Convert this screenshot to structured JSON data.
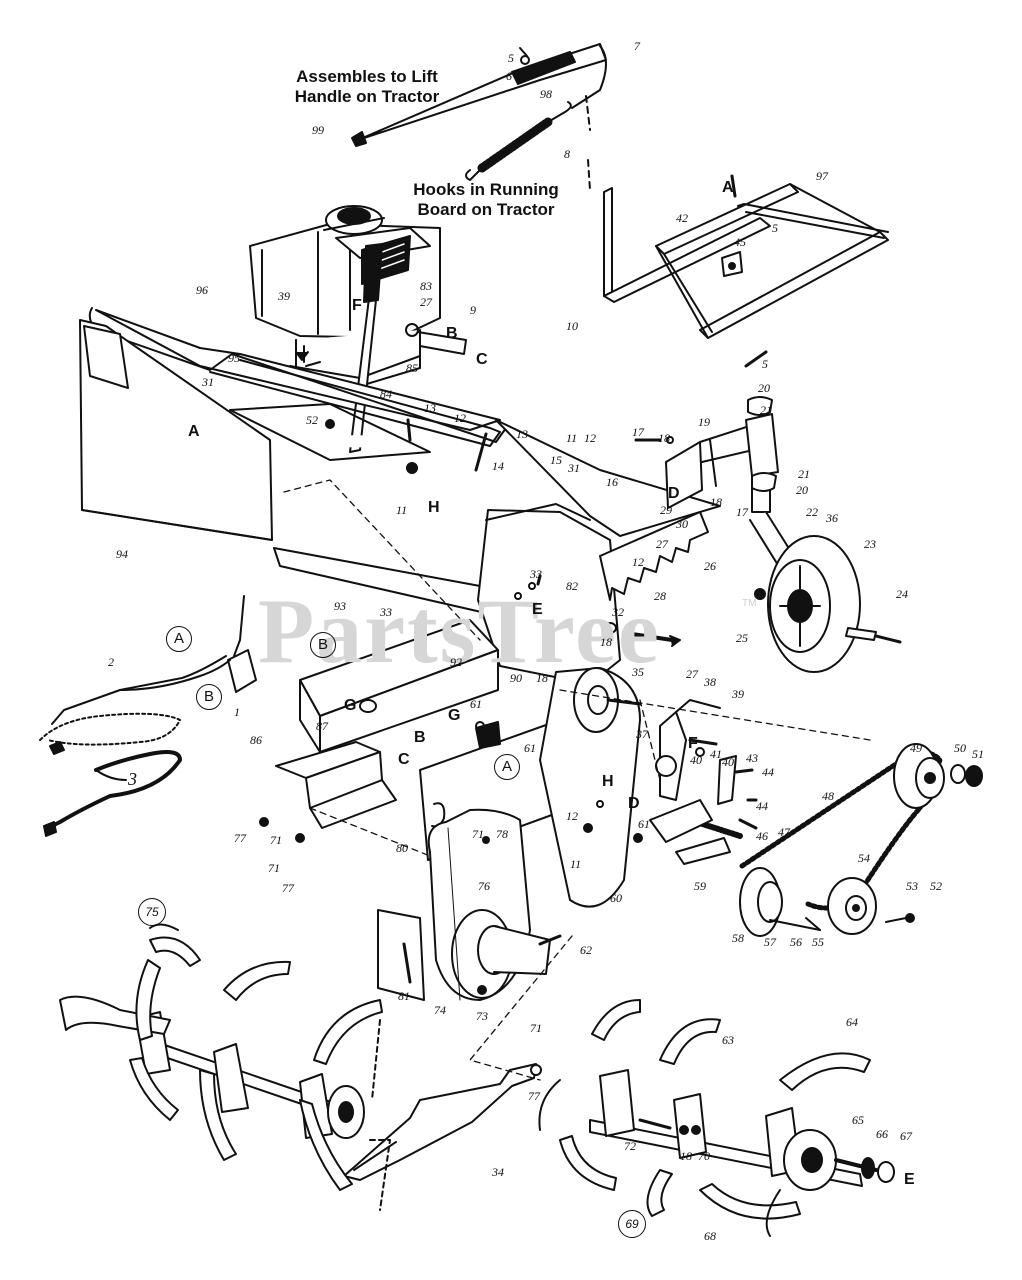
{
  "notes": {
    "lift_handle": [
      "Assembles to Lift",
      "Handle on Tractor"
    ],
    "running_board": [
      "Hooks in Running",
      "Board on Tractor"
    ]
  },
  "watermark": "PartsTree",
  "watermark_tm": "TM",
  "part_labels": [
    "5",
    "6",
    "7",
    "98",
    "99",
    "8",
    "97",
    "42",
    "45",
    "5",
    "10",
    "96",
    "39",
    "83",
    "27",
    "9",
    "95",
    "85",
    "84",
    "13",
    "31",
    "52",
    "13",
    "12",
    "14",
    "11",
    "15",
    "31",
    "11",
    "12",
    "16",
    "17",
    "18",
    "19",
    "5",
    "20",
    "21",
    "21",
    "20",
    "18",
    "17",
    "22",
    "36",
    "23",
    "29",
    "30",
    "27",
    "26",
    "28",
    "12",
    "32",
    "33",
    "82",
    "18",
    "35",
    "24",
    "25",
    "94",
    "93",
    "92",
    "33",
    "86",
    "90",
    "18",
    "27",
    "38",
    "39",
    "37",
    "49",
    "50",
    "51",
    "48",
    "87",
    "61",
    "61",
    "71",
    "78",
    "80",
    "77",
    "71",
    "71",
    "77",
    "12",
    "11",
    "40",
    "41",
    "40",
    "43",
    "44",
    "44",
    "46",
    "47",
    "61",
    "60",
    "59",
    "54",
    "53",
    "52",
    "58",
    "57",
    "56",
    "55",
    "76",
    "62",
    "81",
    "74",
    "73",
    "71",
    "77",
    "72",
    "18",
    "70",
    "63",
    "64",
    "65",
    "66",
    "67",
    "68",
    "34",
    "2",
    "3",
    "1"
  ],
  "circled_numbers": [
    "75",
    "69"
  ],
  "reference_letters": [
    "A",
    "F",
    "B",
    "C",
    "A",
    "H",
    "D",
    "E",
    "G",
    "B",
    "C",
    "G",
    "H",
    "F",
    "D",
    "E"
  ],
  "circled_letters": [
    "A",
    "B",
    "B",
    "A"
  ]
}
